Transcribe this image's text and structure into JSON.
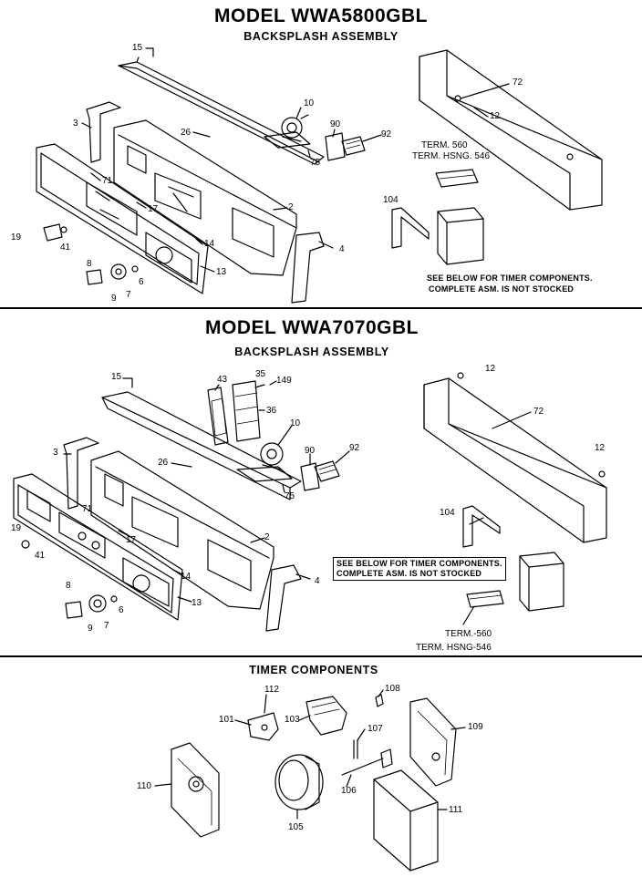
{
  "sections": [
    {
      "model_title": "MODEL WWA5800GBL",
      "subtitle": "BACKSPLASH ASSEMBLY",
      "labels": {
        "p15": "15",
        "p10": "10",
        "p90": "90",
        "p92": "92",
        "p72": "72",
        "p12": "12",
        "p3": "3",
        "p26": "26",
        "p75": "75",
        "p71": "71",
        "p17": "17",
        "p2": "2",
        "p19": "19",
        "p41": "41",
        "p14": "14",
        "p13": "13",
        "p4": "4",
        "p8": "8",
        "p9": "9",
        "p7": "7",
        "p6": "6",
        "p104": "104"
      },
      "term_lines": [
        "TERM. 560",
        "TERM. HSNG. 546"
      ],
      "note_lines": [
        "SEE BELOW FOR TIMER COMPONENTS.",
        "COMPLETE ASM. IS NOT STOCKED"
      ]
    },
    {
      "model_title": "MODEL WWA7070GBL",
      "subtitle": "BACKSPLASH ASSEMBLY",
      "labels": {
        "p15": "15",
        "p43": "43",
        "p35": "35",
        "p149": "149",
        "p36": "36",
        "p12a": "12",
        "p72": "72",
        "p12b": "12",
        "p10": "10",
        "p90": "90",
        "p92": "92",
        "p3": "3",
        "p26": "26",
        "p75": "75",
        "p71": "71",
        "p19": "19",
        "p17": "17",
        "p2": "2",
        "p41": "41",
        "p14": "14",
        "p104": "104",
        "p8": "8",
        "p6": "6",
        "p13": "13",
        "p9": "9",
        "p7": "7",
        "p4": "4"
      },
      "term_lines": [
        "TERM.-560",
        "TERM. HSNG-546"
      ],
      "note_lines": [
        "SEE BELOW FOR TIMER COMPONENTS.",
        "COMPLETE ASM. IS NOT STOCKED"
      ]
    }
  ],
  "timer": {
    "title": "TIMER COMPONENTS",
    "labels": {
      "p112": "112",
      "p108": "108",
      "p101": "101",
      "p103": "103",
      "p107": "107",
      "p109": "109",
      "p110": "110",
      "p106": "106",
      "p105": "105",
      "p111": "111"
    }
  }
}
